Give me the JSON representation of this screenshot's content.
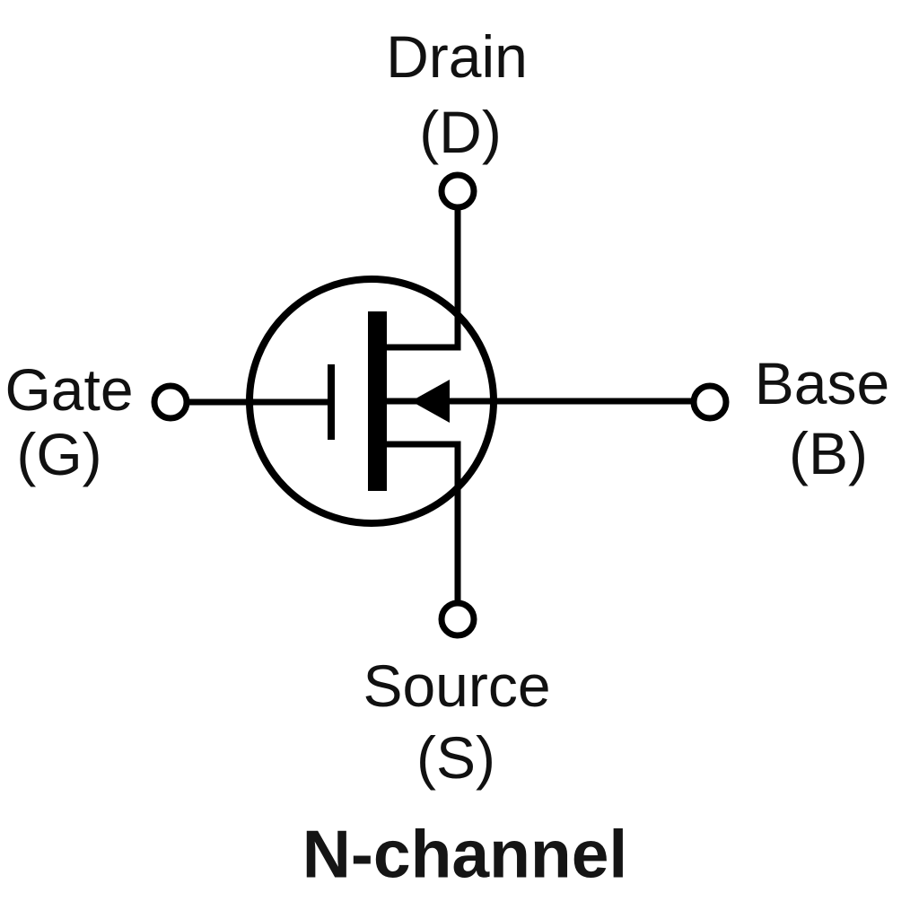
{
  "diagram": {
    "title": "N-channel",
    "device": "MOSFET symbol",
    "terminals": {
      "drain": {
        "name": "Drain",
        "symbol": "(D)"
      },
      "gate": {
        "name": "Gate",
        "symbol": "(G)"
      },
      "base": {
        "name": "Base",
        "symbol": "(B)"
      },
      "source": {
        "name": "Source",
        "symbol": "(S)"
      }
    },
    "colors": {
      "line": "#000000",
      "background": "#ffffff",
      "text": "#111111"
    }
  }
}
